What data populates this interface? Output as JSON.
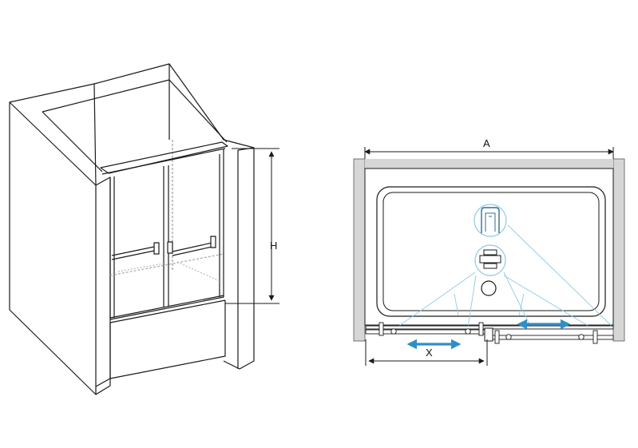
{
  "dimensions": {
    "height_label": "H",
    "width_label": "A",
    "opening_label": "X"
  },
  "colors": {
    "line": "#1a1a1a",
    "wall": "#d6d6d6",
    "tray": "#f3f3f3",
    "accent_arrow": "#2e8fc6",
    "leader": "#8fc9e6"
  },
  "icons": {
    "top_profile_detail": "u-channel-profile-icon",
    "roller_detail": "roller-carriage-icon"
  }
}
